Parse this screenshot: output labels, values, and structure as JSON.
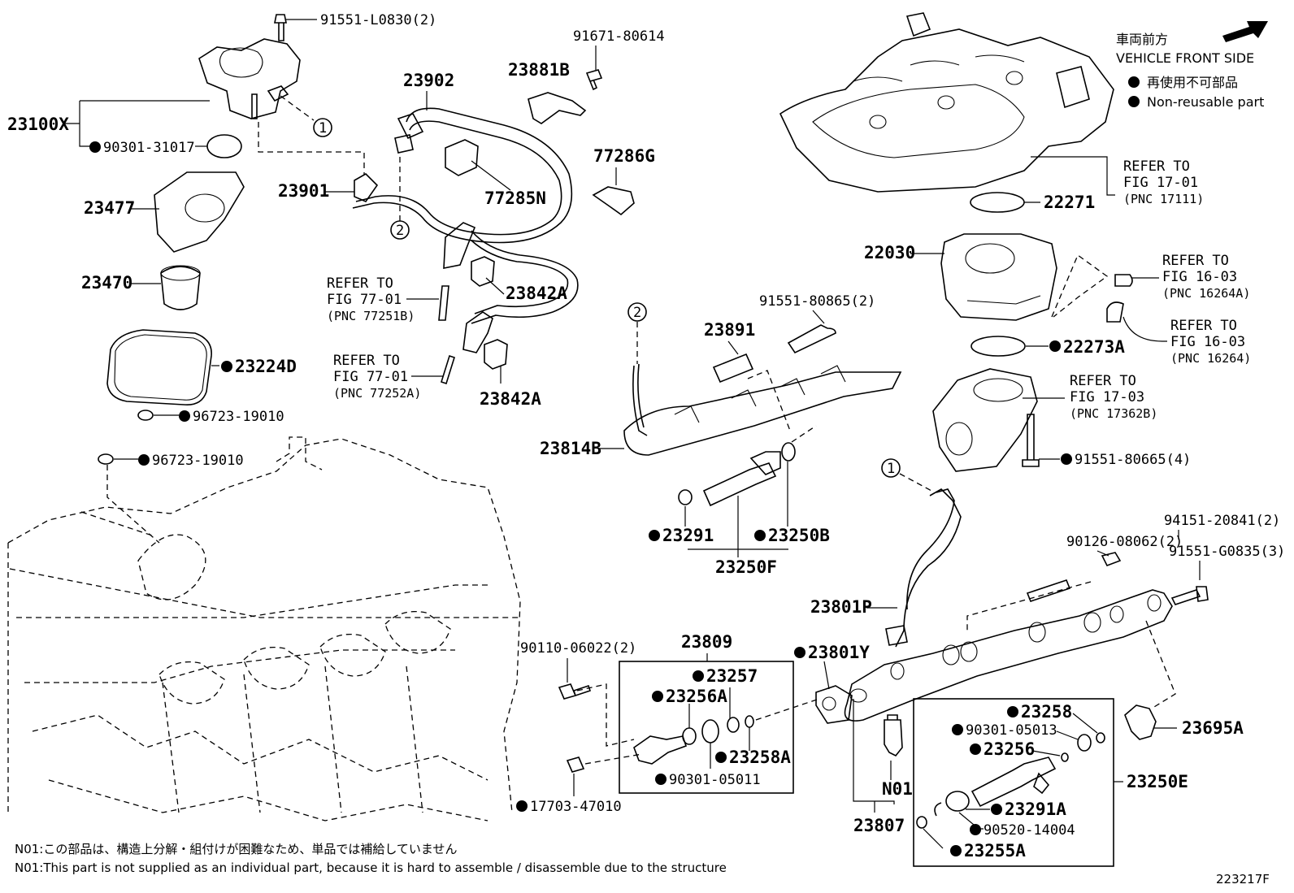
{
  "legend": {
    "vehicle_front_jp": "車両前方",
    "vehicle_front_en": "VEHICLE FRONT SIDE",
    "non_reusable_jp": "再使用不可部品",
    "non_reusable_en": "Non-reusable part"
  },
  "parts": {
    "p91551_L0830": "91551-L0830(2)",
    "p23100X": "23100X",
    "p90301_31017": "90301-31017",
    "p23477": "23477",
    "p23470": "23470",
    "p23224D": "23224D",
    "p96723_19010_a": "96723-19010",
    "p96723_19010_b": "96723-19010",
    "p91671_80614": "91671-80614",
    "p23902": "23902",
    "p23881B": "23881B",
    "p23901": "23901",
    "p77285N": "77285N",
    "p77286G": "77286G",
    "p23842A_a": "23842A",
    "p23842A_b": "23842A",
    "p22271": "22271",
    "p22030": "22030",
    "p22273A": "22273A",
    "p91551_80865": "91551-80865(2)",
    "p23891": "23891",
    "p23814B": "23814B",
    "p23291": "23291",
    "p23250B": "23250B",
    "p23250F": "23250F",
    "p91551_80665": "91551-80665(4)",
    "p94151_20841": "94151-20841(2)",
    "p90126_08062": "90126-08062(2)",
    "p91551_G0835": "91551-G0835(3)",
    "p23801P": "23801P",
    "p23801Y": "23801Y",
    "p23809": "23809",
    "p90110_06022": "90110-06022(2)",
    "p23257": "23257",
    "p23256A": "23256A",
    "p23258A": "23258A",
    "p90301_05011": "90301-05011",
    "p17703_47010": "17703-47010",
    "p23258": "23258",
    "p90301_05013": "90301-05013",
    "p23256": "23256",
    "p23250E": "23250E",
    "p23291A": "23291A",
    "p90520_14004": "90520-14004",
    "p23255A": "23255A",
    "p23695A": "23695A",
    "pN01": "N01",
    "p23807": "23807"
  },
  "refs": {
    "r77251B": [
      "REFER TO",
      "FIG 77-01",
      "(PNC 77251B)"
    ],
    "r77252A": [
      "REFER TO",
      "FIG 77-01",
      "(PNC 77252A)"
    ],
    "r17111": [
      "REFER TO",
      "FIG 17-01",
      "(PNC 17111)"
    ],
    "r16264A": [
      "REFER TO",
      "FIG 16-03",
      "(PNC 16264A)"
    ],
    "r16264": [
      "REFER TO",
      "FIG 16-03",
      "(PNC 16264)"
    ],
    "r17362B": [
      "REFER TO",
      "FIG 17-03",
      "(PNC 17362B)"
    ]
  },
  "callouts": {
    "c1": "1",
    "c2": "2"
  },
  "notes": {
    "jp": "N01:この部品は、構造上分解・組付けが困難なため、単品では補給していません",
    "en": "N01:This part is not supplied as an individual part, because it is hard to assemble / disassemble due to the structure"
  },
  "figure_id": "223217F",
  "icons": {
    "arrow": "vehicle-front-arrow",
    "non_reusable": "filled-circle"
  }
}
